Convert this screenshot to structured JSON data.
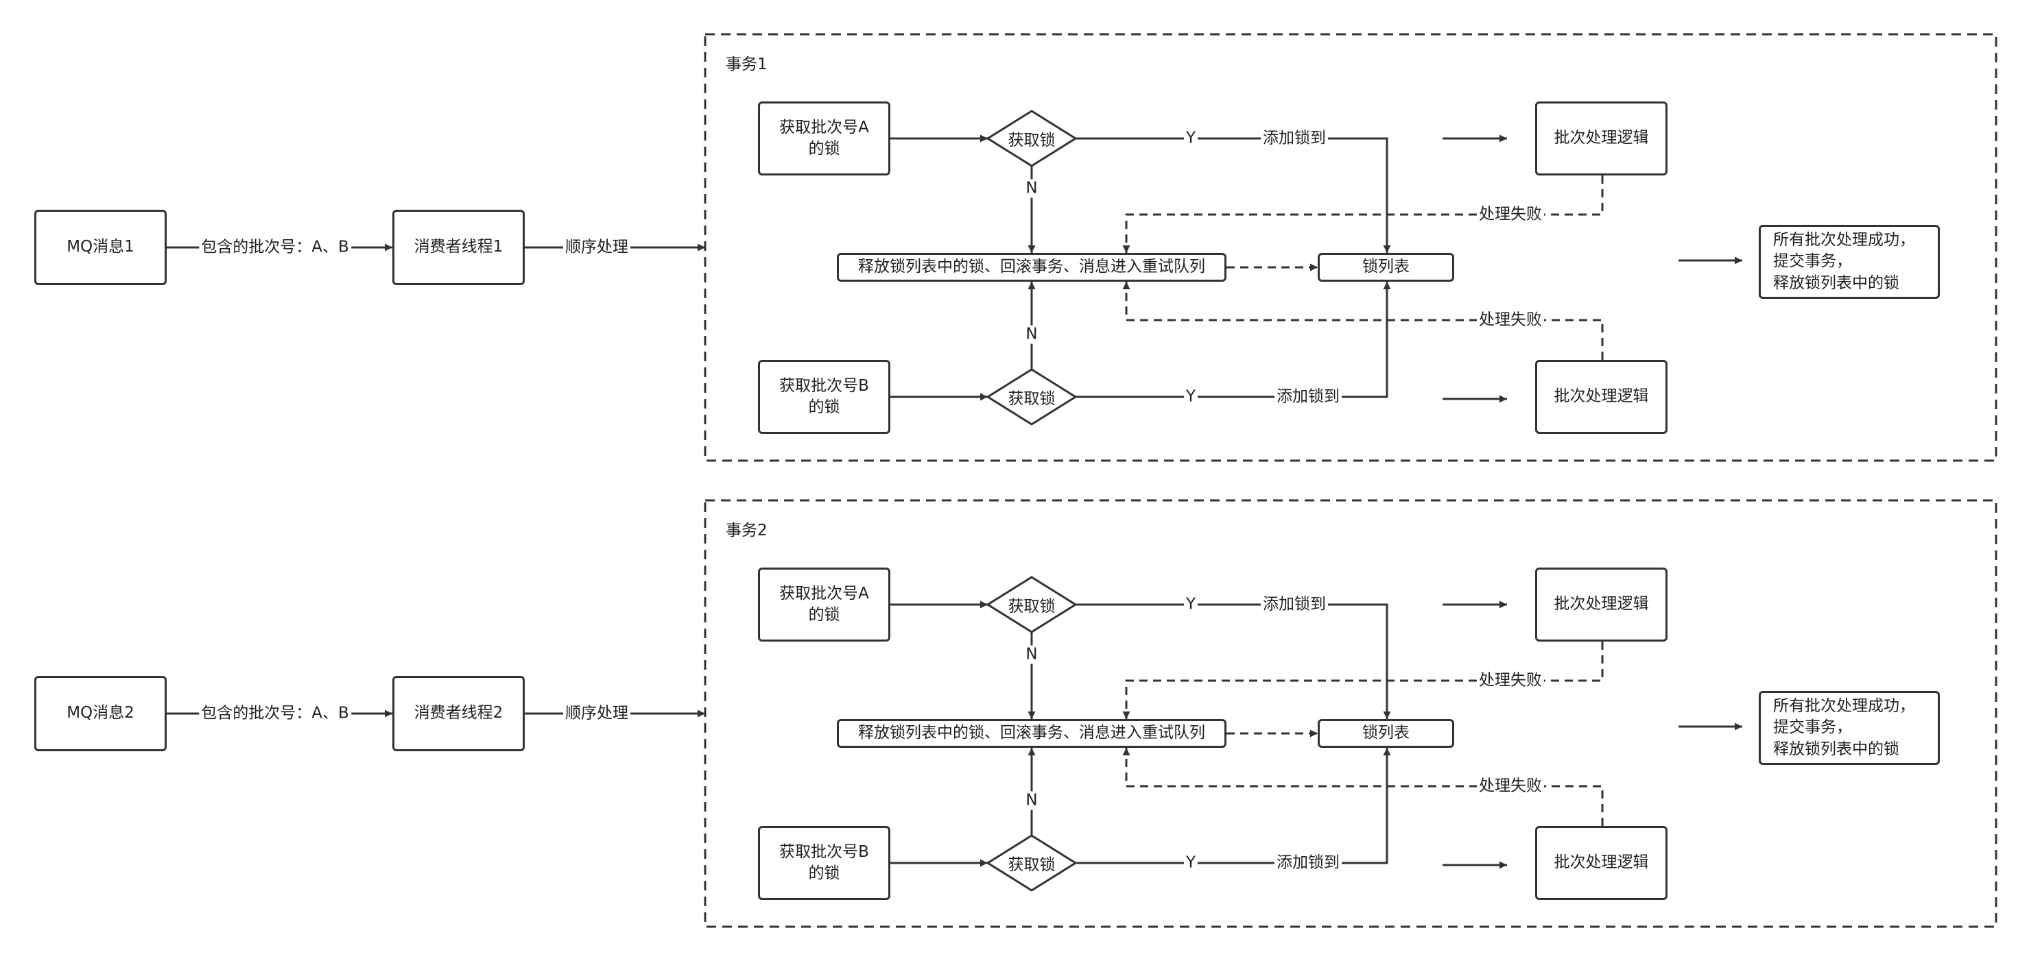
{
  "rows": [
    {
      "group_title": "事务1",
      "mq": "MQ消息1",
      "batch_label": "包含的批次号：A、B",
      "consumer": "消费者线程1",
      "order_label": "顺序处理",
      "acquire_a": "获取批次号A\n的锁",
      "acquire_b": "获取批次号B\n的锁",
      "decision_a": "获取锁",
      "decision_b": "获取锁",
      "no_a": "N",
      "no_b": "N",
      "yes_a": "Y",
      "yes_b": "Y",
      "add_a": "添加锁到",
      "add_b": "添加锁到",
      "release": "释放锁列表中的锁、回滚事务、消息进入重试队列",
      "lock_list": "锁列表",
      "batch_logic_a": "批次处理逻辑",
      "batch_logic_b": "批次处理逻辑",
      "fail_a": "处理失败",
      "fail_b": "处理失败",
      "success": "所有批次处理成功，\n提交事务，\n释放锁列表中的锁"
    },
    {
      "group_title": "事务2",
      "mq": "MQ消息2",
      "batch_label": "包含的批次号：A、B",
      "consumer": "消费者线程2",
      "order_label": "顺序处理",
      "acquire_a": "获取批次号A\n的锁",
      "acquire_b": "获取批次号B\n的锁",
      "decision_a": "获取锁",
      "decision_b": "获取锁",
      "no_a": "N",
      "no_b": "N",
      "yes_a": "Y",
      "yes_b": "Y",
      "add_a": "添加锁到",
      "add_b": "添加锁到",
      "release": "释放锁列表中的锁、回滚事务、消息进入重试队列",
      "lock_list": "锁列表",
      "batch_logic_a": "批次处理逻辑",
      "batch_logic_b": "批次处理逻辑",
      "fail_a": "处理失败",
      "fail_b": "处理失败",
      "success": "所有批次处理成功，\n提交事务，\n释放锁列表中的锁"
    }
  ]
}
